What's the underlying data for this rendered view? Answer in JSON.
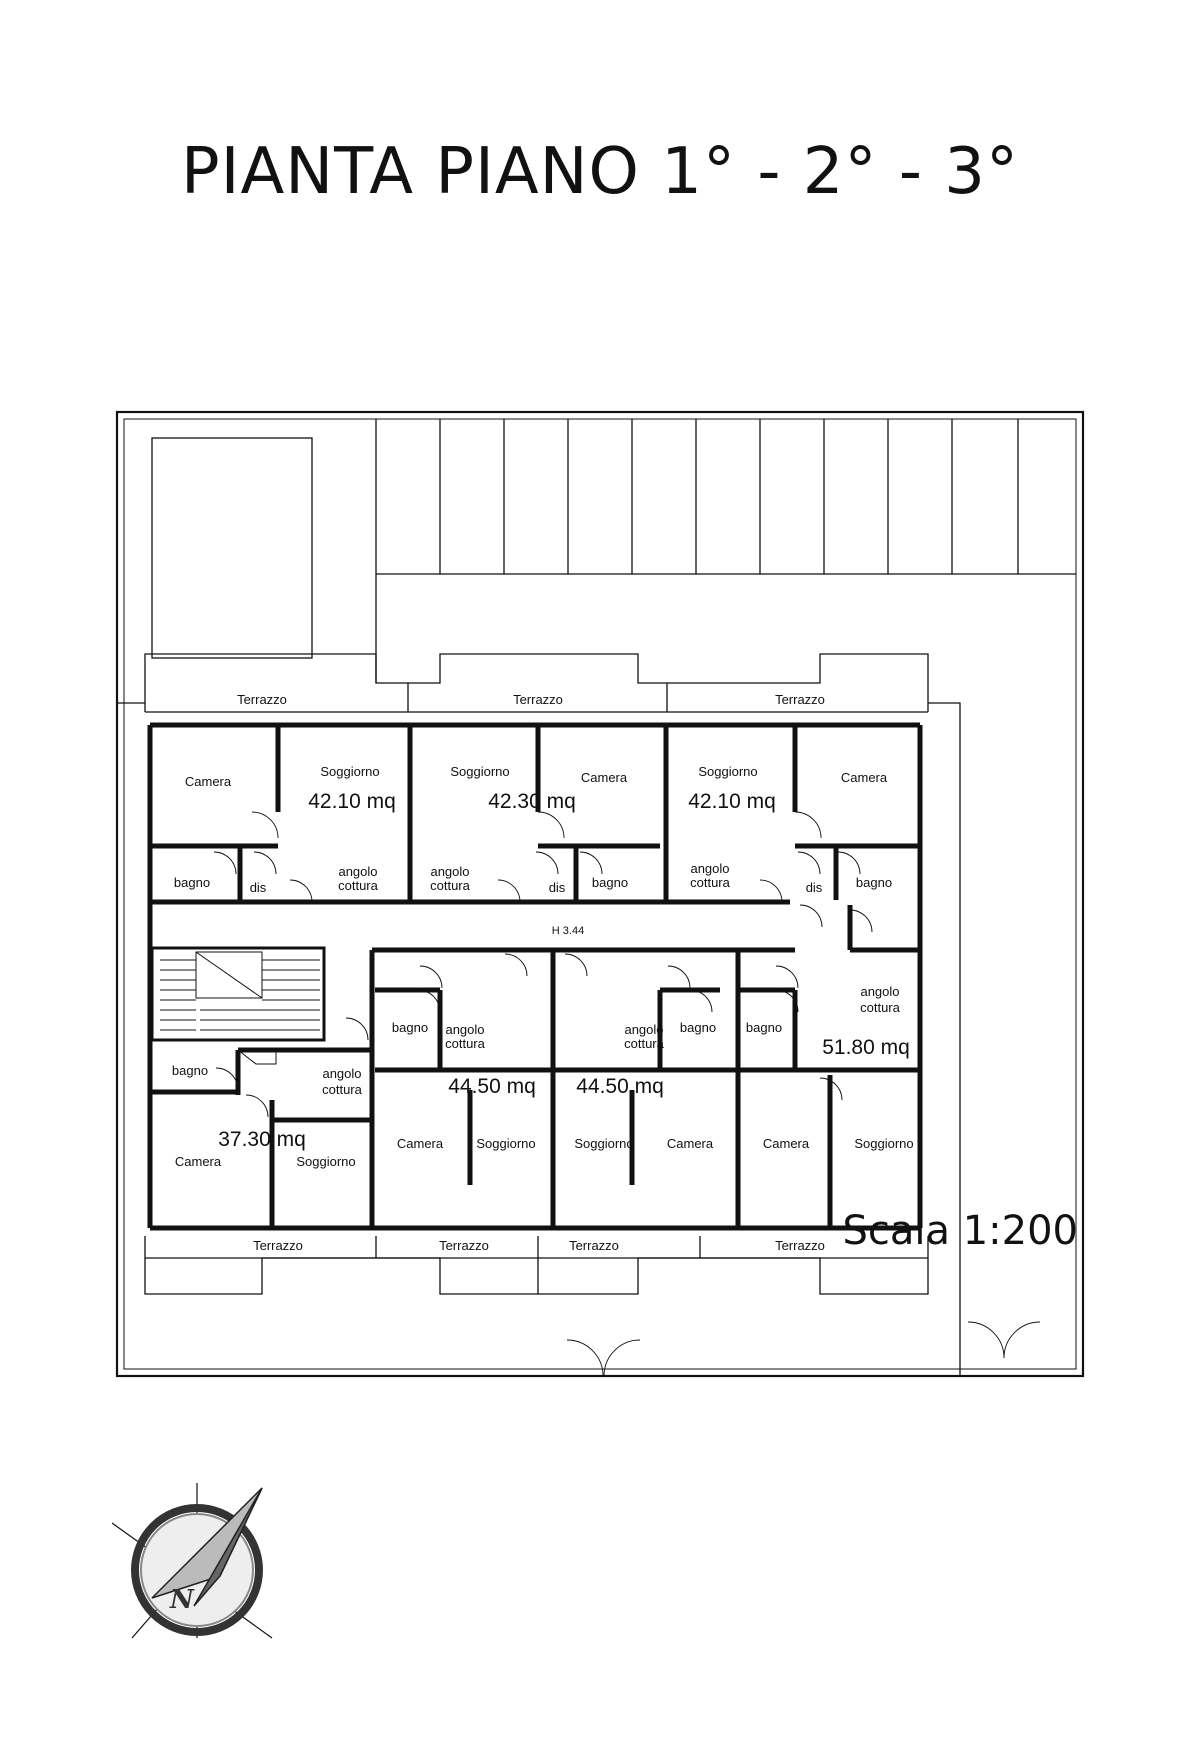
{
  "title": "PIANTA PIANO 1° - 2° - 3°",
  "scale": "Scala 1:200",
  "height_label": "H 3.44",
  "compass_icon": "north-arrow-icon",
  "labels": {
    "terrazzo": "Terrazzo",
    "camera": "Camera",
    "soggiorno": "Soggiorno",
    "bagno": "bagno",
    "dis": "dis",
    "angolo": "angolo",
    "cottura": "cottura"
  },
  "apartments": [
    {
      "area": "42.10 mq"
    },
    {
      "area": "42.30 mq"
    },
    {
      "area": "42.10 mq"
    },
    {
      "area": "51.80 mq"
    },
    {
      "area": "44.50 mq"
    },
    {
      "area": "44.50 mq"
    },
    {
      "area": "37.30 mq"
    }
  ]
}
